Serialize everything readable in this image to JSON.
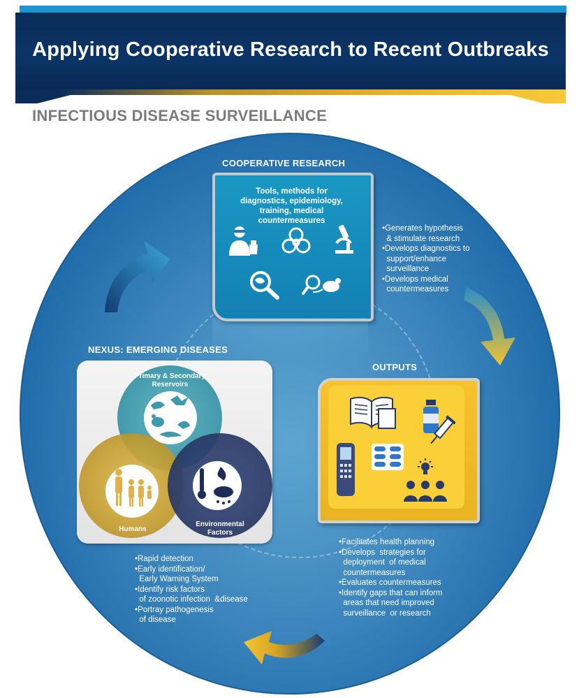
{
  "header": {
    "title": "Applying Cooperative Research to Recent Outbreaks",
    "subtitle": "INFECTIOUS DISEASE SURVEILLANCE"
  },
  "cooperative_research": {
    "heading": "COOPERATIVE RESEARCH",
    "box_text": [
      "Tools, methods for",
      "diagnostics,  epidemiology,",
      "training, medical",
      "countermeasures"
    ],
    "bullets": [
      "•Generates hypothesis",
      "  & stimulate research",
      "•Develops diagnostics to",
      "  support/enhance",
      "  surveillance",
      "•Develops medical",
      "  countermeasures"
    ],
    "icons": [
      "scientist-icon",
      "biohazard-icon",
      "microscope-icon",
      "magnifier-icon",
      "lab-mouse-icon"
    ]
  },
  "nexus": {
    "heading": "NEXUS: EMERGING DISEASES",
    "circles": {
      "top": [
        "Primary  & Secondary",
        "Reservoirs"
      ],
      "left": "Humans",
      "right": [
        "Environmental",
        "Factors"
      ]
    },
    "bullets": [
      "•Rapid detection",
      "•Early identification/",
      "  Early Warning System",
      "•Identify risk factors",
      "  of zoonotic infection  &disease",
      "•Portray pathogenesis",
      "  of disease"
    ]
  },
  "outputs": {
    "heading": "OUTPUTS",
    "bullets": [
      "•Facilitates health planning",
      "•Develops  strategies for",
      "  deployment  of medical",
      "  countermeasures",
      "•Evaluates countermeasures",
      "•Identify gaps that can inform",
      "  areas that need improved",
      "  surveillance  or research"
    ],
    "icons": [
      "book-icon",
      "vial-icon",
      "syringe-icon",
      "handheld-device-icon",
      "pill-pack-icon",
      "lightbulb-icon",
      "people-icon"
    ]
  },
  "colors": {
    "banner": "#0a2c5a",
    "accent_blue": "#1f95cf",
    "gold": "#f5c22c",
    "circle": "#3f88bf"
  }
}
